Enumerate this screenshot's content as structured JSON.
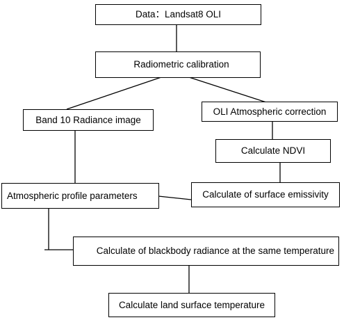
{
  "diagram": {
    "nodes": {
      "data_source": "Data：Landsat8 OLI",
      "radiometric_calibration": "Radiometric calibration",
      "band10_radiance": "Band 10 Radiance image",
      "oli_atmospheric_correction": "OLI Atmospheric correction",
      "calculate_ndvi": "Calculate NDVI",
      "atmospheric_profile": "Atmospheric profile parameters",
      "surface_emissivity": "Calculate of surface emissivity",
      "blackbody_radiance": "Calculate of blackbody radiance at the same temperature",
      "land_surface_temperature": "Calculate land surface temperature"
    },
    "colors": {
      "stroke": "#000000",
      "background": "#ffffff"
    }
  }
}
